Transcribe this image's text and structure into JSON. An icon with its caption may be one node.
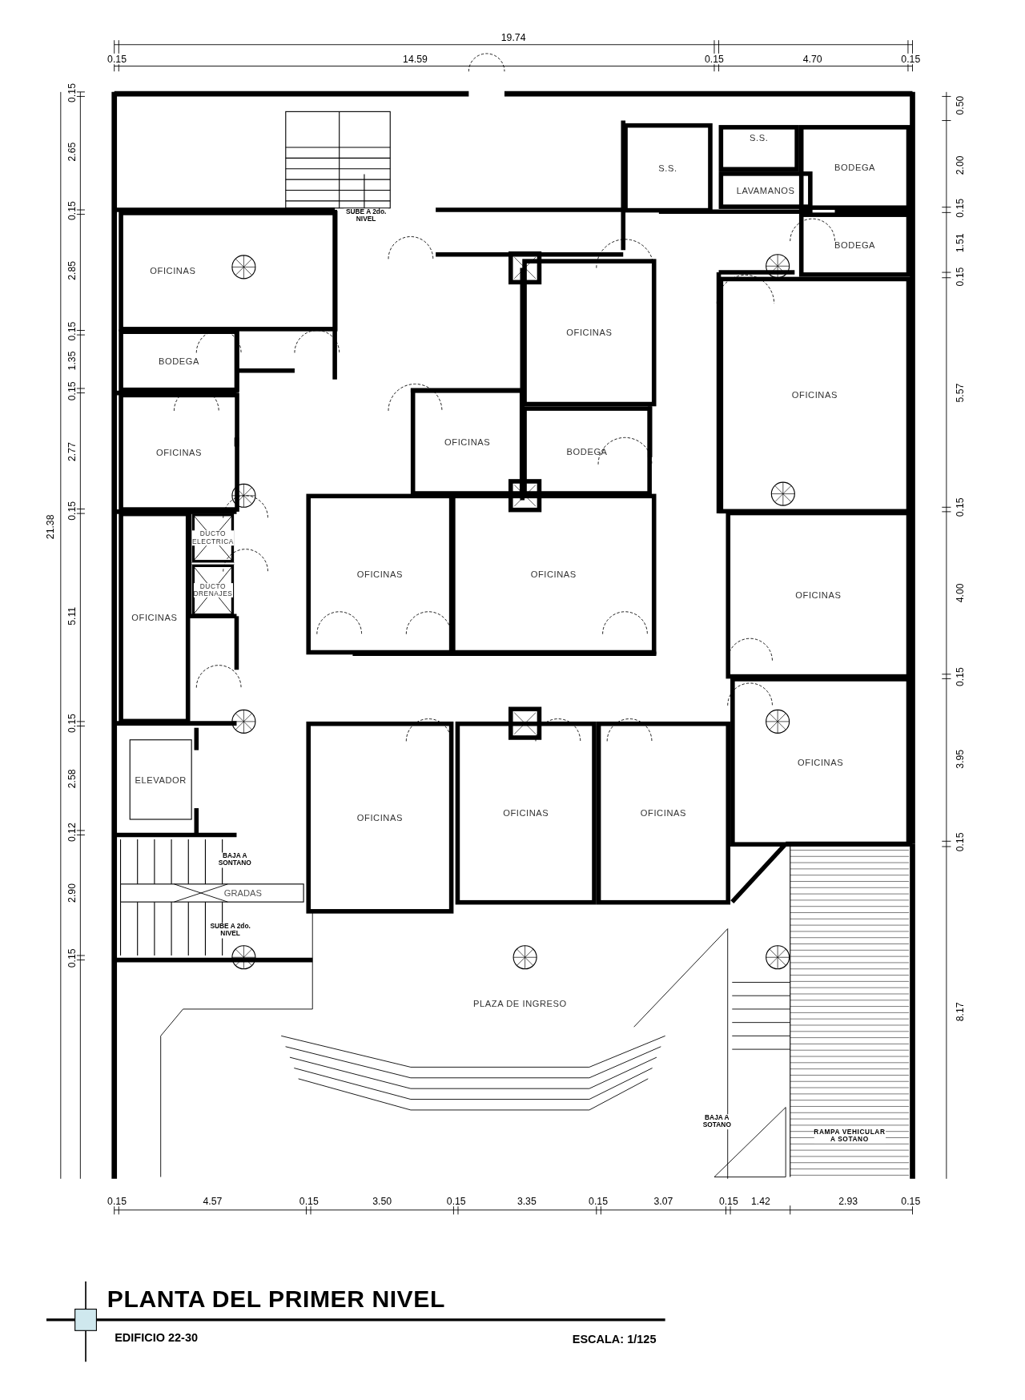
{
  "diagram": {
    "title": "PLANTA DEL PRIMER NIVEL",
    "nodes": [
      {
        "text": [
          "S.S."
        ]
      },
      {
        "text": [
          "BODEGA"
        ]
      },
      {
        "text": [
          "S.S."
        ]
      },
      {
        "text": [
          "LAVAMANOS"
        ]
      },
      {
        "text": [
          "OFICINAS"
        ]
      },
      {
        "text": [
          "BODEGA"
        ]
      },
      {
        "text": [
          "OFICINAS"
        ]
      },
      {
        "text": [
          "BODEGA"
        ]
      },
      {
        "text": [
          "OFICINAS"
        ]
      },
      {
        "text": [
          "BODEGA"
        ]
      },
      {
        "text": [
          "OFICINAS"
        ]
      },
      {
        "text": [
          "OFICINAS"
        ]
      },
      {
        "text": [
          "DUCTO ELECTRICA"
        ]
      },
      {
        "text": [
          "OFICINAS"
        ]
      },
      {
        "text": [
          "OFICINAS"
        ]
      },
      {
        "text": [
          "DUCTO DRENAJES"
        ]
      },
      {
        "text": [
          "OFICINAS"
        ]
      },
      {
        "text": [
          "OFICINAS"
        ]
      },
      {
        "text": [
          "OFICINAS"
        ]
      },
      {
        "text": [
          "ELEVADOR"
        ]
      },
      {
        "text": [
          "OFICINAS"
        ]
      },
      {
        "text": [
          "OFICINAS"
        ]
      },
      {
        "text": [
          "OFICINAS"
        ]
      },
      {
        "text": [
          "PLAZA DE INGRESO"
        ]
      },
      {
        "text": [
          "RAMPA VEHICULAR A SOTANO"
        ]
      }
    ],
    "edges": [],
    "labels": [
      "19.74",
      "0.15",
      "14.59",
      "0.15",
      "4.70",
      "0.15",
      "21.38",
      "0.15",
      "2.65",
      "0.15",
      "2.85",
      "0.15",
      "1.35",
      "0.15",
      "2.77",
      "0.15",
      "5.11",
      "0.15",
      "2.58",
      "0.12",
      "2.90",
      "0.15",
      "0.50",
      "2.00",
      "0.15",
      "1.51",
      "0.15",
      "5.57",
      "0.15",
      "4.00",
      "0.15",
      "3.95",
      "0.15",
      "8.17",
      "SUBE A 2do. NIVEL",
      "BAJA A SONTANO",
      "GRADAS",
      "SUBE A 2do. NIVEL",
      "BAJA A SOTANO",
      "0.15",
      "4.57",
      "0.15",
      "3.50",
      "0.15",
      "3.35",
      "0.15",
      "3.07",
      "0.15",
      "1.42",
      "2.93",
      "0.15",
      "EDIFICIO 22-30",
      "ESCALA: 1/125"
    ]
  }
}
